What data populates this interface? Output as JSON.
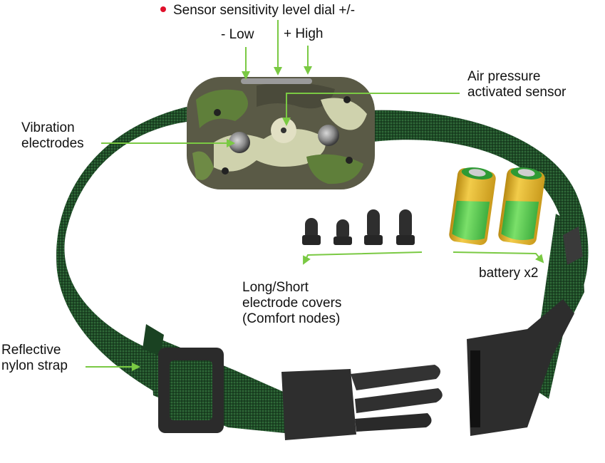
{
  "colors": {
    "callout_line": "#7ac943",
    "bullet": "#e0102b",
    "strap": "#1f4a27",
    "strap_dark": "#163a1d",
    "buckle": "#2b2b2b",
    "camo_dark": "#4a4a3a",
    "camo_green": "#5f7f3a",
    "camo_light": "#cfd2ad",
    "battery_gold": "#e5b52a",
    "battery_green": "#57c44a",
    "cover": "#2e2e2e"
  },
  "labels": {
    "sensitivity_dial": "Sensor sensitivity level dial +/-",
    "low": "- Low",
    "high": "+ High",
    "air_pressure": [
      "Air pressure",
      "activated sensor"
    ],
    "vibration": [
      "Vibration",
      "electrodes"
    ],
    "covers": [
      "Long/Short",
      "electrode covers",
      "(Comfort nodes)"
    ],
    "battery": "battery x2",
    "strap": [
      "Reflective",
      "nylon strap"
    ]
  },
  "components": {
    "electrode_cover_count": 4,
    "battery_count": 2
  }
}
